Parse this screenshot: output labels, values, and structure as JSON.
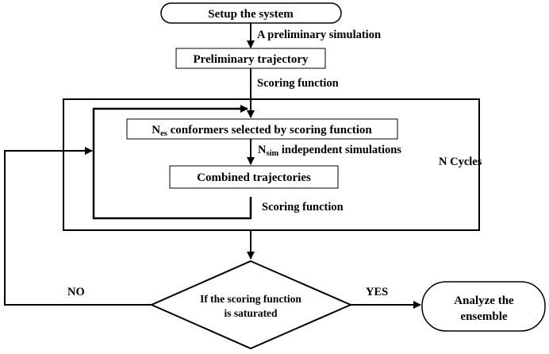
{
  "diagram": {
    "start_node": "Setup the system",
    "step_preliminary_simulation": "A preliminary simulation",
    "preliminary_trajectory": "Preliminary trajectory",
    "scoring_function_label_1": "Scoring function",
    "conformers_box": {
      "prefix": "N",
      "subscript": "es",
      "text": " conformers selected by scoring function"
    },
    "simulations_label": {
      "prefix": "N",
      "subscript": "sim",
      "text": " independent simulations"
    },
    "combined_trajectories": "Combined  trajectories",
    "scoring_function_label_2": "Scoring function",
    "n_cycles": "N Cycles",
    "decision": {
      "line1": "If the scoring function",
      "line2": "is saturated"
    },
    "no_label": "NO",
    "yes_label": "YES",
    "end_node": {
      "line1": "Analyze the",
      "line2": "ensemble"
    }
  }
}
